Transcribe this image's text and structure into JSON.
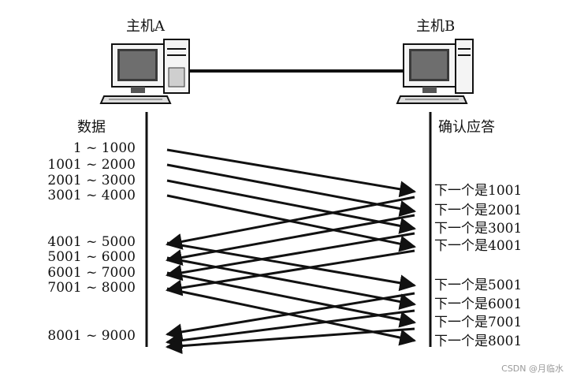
{
  "hosts": {
    "a": "主机A",
    "b": "主机B"
  },
  "headings": {
    "data": "数据",
    "ack": "确认应答"
  },
  "segments": [
    "1 ~ 1000",
    "1001 ~ 2000",
    "2001 ~ 3000",
    "3001 ~ 4000",
    "4001 ~ 5000",
    "5001 ~ 6000",
    "6001 ~ 7000",
    "7001 ~ 8000",
    "8001 ~ 9000"
  ],
  "acks": [
    "下一个是1001",
    "下一个是2001",
    "下一个是3001",
    "下一个是4001",
    "下一个是5001",
    "下一个是6001",
    "下一个是7001",
    "下一个是8001"
  ],
  "watermark": "CSDN @月临水",
  "icons": [
    "computer-icon",
    "computer-icon"
  ],
  "colors": {
    "ink": "#111111",
    "watermark": "#9a9a9a"
  }
}
